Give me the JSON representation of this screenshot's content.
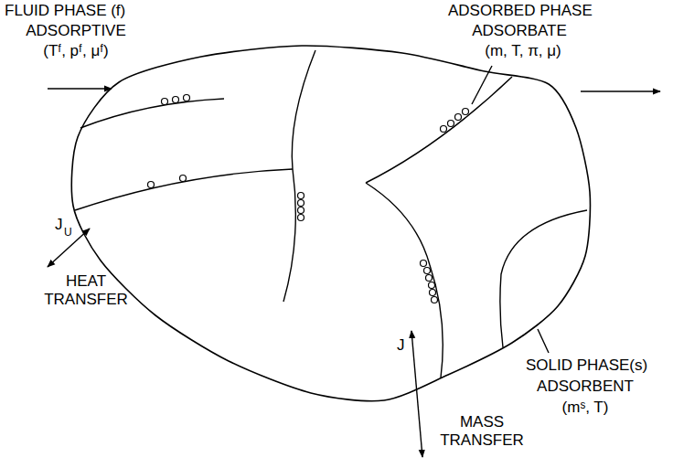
{
  "diagram": {
    "labels": [
      "FLUID PHASE (f)",
      "ADSORPTIVE",
      "(Tᶠ, pᶠ, μᶠ)",
      "ADSORBED PHASE",
      "ADSORBATE",
      "(m, T, π, μ)",
      "J",
      "U",
      "HEAT TRANSFER",
      "J",
      "MASS TRANSFER",
      "SOLID PHASE(s)",
      "ADSORBENT",
      "(mˢ, T)"
    ]
  }
}
